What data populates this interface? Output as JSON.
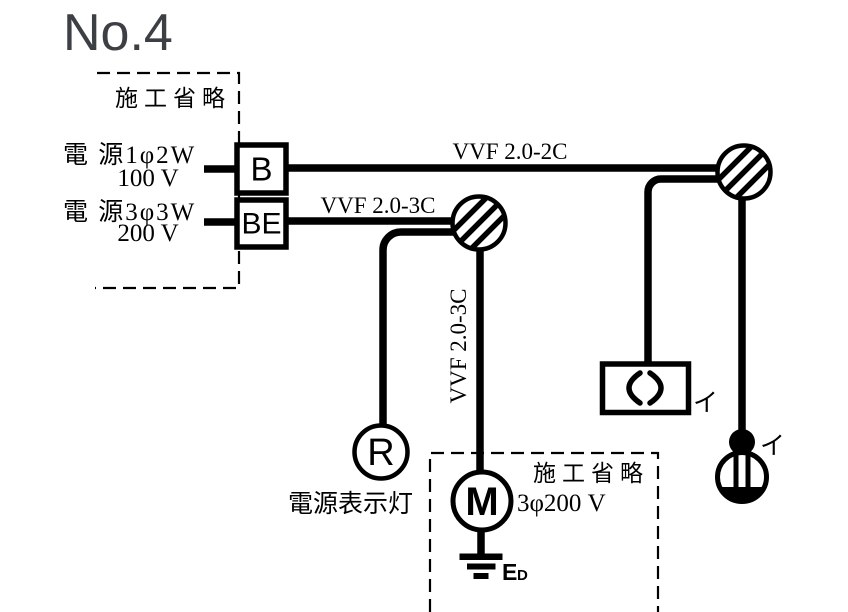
{
  "title": "No.4",
  "colors": {
    "ink": "#000000",
    "title_ink": "#3c4045",
    "background": "#ffffff"
  },
  "power_sources": [
    {
      "name": "電 源1φ2W",
      "voltage": "100 V",
      "breaker": "B"
    },
    {
      "name": "電 源3φ3W",
      "voltage": "200 V",
      "breaker": "BE"
    }
  ],
  "omission_top": {
    "label": "施工省略"
  },
  "omission_bottom": {
    "label": "施工省略"
  },
  "cables": {
    "top_run": "VVF 2.0-2C",
    "left_run": "VVF 2.0-3C",
    "motor_run": "VVF 2.0-3C"
  },
  "devices": {
    "pilot_lamp": {
      "letter": "R",
      "caption": "電源表示灯"
    },
    "motor": {
      "letter": "M",
      "spec": "3φ200 V"
    },
    "ground": {
      "letter": "E",
      "subscript": "D"
    },
    "hook_ceiling": {
      "circuit": "イ"
    },
    "switch": {
      "circuit": "イ"
    }
  }
}
